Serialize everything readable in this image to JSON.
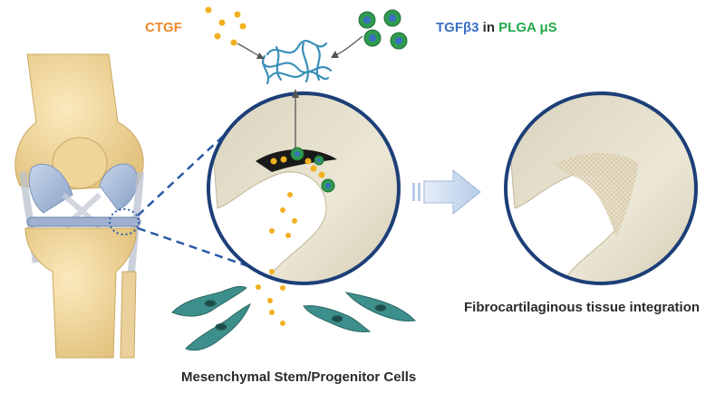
{
  "labels": {
    "ctgf": "CTGF",
    "tgfb3": "TGFβ3",
    "in_word": " in ",
    "plga": "PLGA μS",
    "result": "Fibrocartilaginous tissue integration",
    "cells": "Mesenchymal Stem/Progenitor Cells"
  },
  "colors": {
    "ctgf": "#ee8a2e",
    "tgfb3": "#3a6fc4",
    "plga": "#22a84a",
    "text": "#2b2b2b",
    "bone": "#f2d79a",
    "cartilage": "#a9bdd8",
    "meniscus": "#ece7d6",
    "cell": "#3d8f8b",
    "circle_border": "#1c3f78",
    "guide": "#2a5aa6",
    "arrow": "#c8d8ee"
  },
  "icons": {
    "knee": "knee-joint-illustration",
    "meniscus": "meniscus-crosssection",
    "scaffold": "fiber-scaffold-icon",
    "microsphere": "microsphere-icon",
    "cell": "mesenchymal-cell-icon",
    "arrow": "process-arrow-icon"
  }
}
